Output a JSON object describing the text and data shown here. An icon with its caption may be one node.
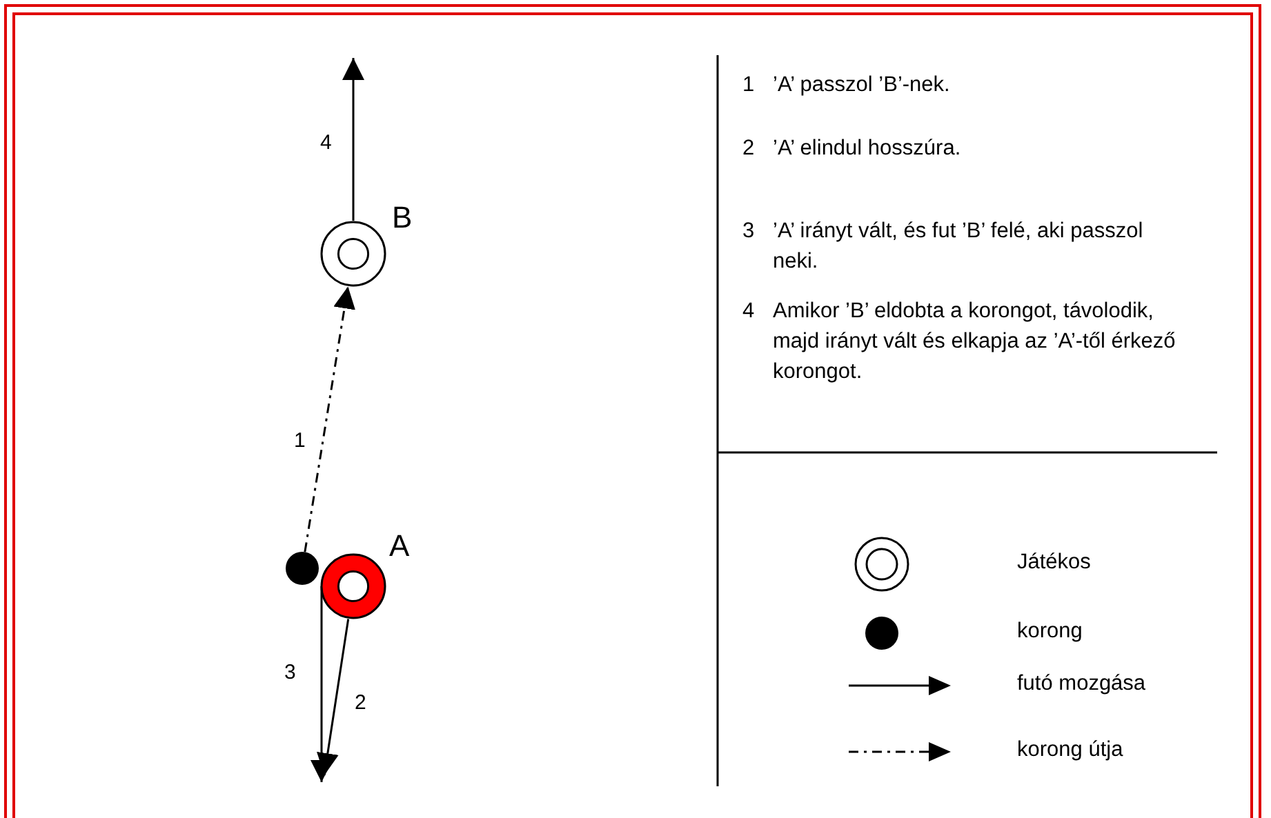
{
  "diagram": {
    "nodes": [
      {
        "text": [
          "B"
        ]
      },
      {
        "text": [],
        "shape": "circle"
      },
      {
        "text": [
          "A"
        ]
      }
    ],
    "edges": [
      {
        "from": 1,
        "to": 0,
        "arrow": "to",
        "label": "1",
        "style": "dashed"
      },
      {
        "from": 2,
        "to": null,
        "arrow": "to",
        "label": "2"
      },
      {
        "from": 2,
        "to": null,
        "arrow": "to",
        "label": "3"
      },
      {
        "from": 0,
        "to": null,
        "arrow": "to",
        "label": "4"
      }
    ],
    "labels": [
      "1",
      "’A’ passzol ’B’-nek.",
      "2",
      "’A’ elindul hosszúra.",
      "3",
      "’A’ irányt vált, és fut ’B’ felé, aki passzol neki.",
      "4",
      "Amikor ’B’ eldobta a korongot, távolodik, majd irányt vált és elkapja az ’A’-től érkező korongot."
    ],
    "legend": [
      {
        "text": "Játékos"
      },
      {
        "text": "korong"
      },
      {
        "text": "futó mozgása"
      },
      {
        "text": "korong útja"
      }
    ]
  }
}
